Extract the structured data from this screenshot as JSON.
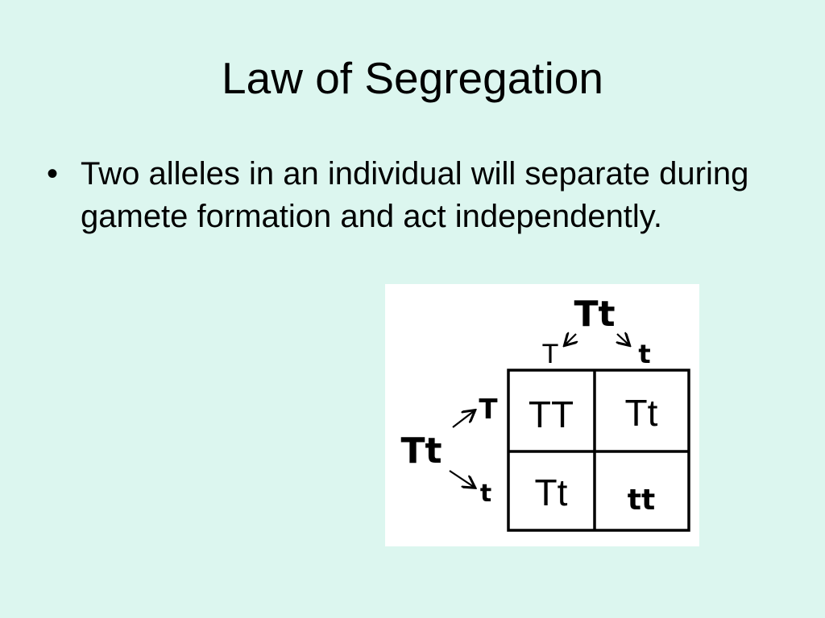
{
  "slide": {
    "title": "Law of Segregation",
    "bullets": [
      {
        "marker": "•",
        "text": "Two alleles in an individual will separate during gamete formation and act independently."
      }
    ]
  },
  "punnett": {
    "top_parent": "Tt",
    "top_gametes": [
      "T",
      "t"
    ],
    "left_parent": "Tt",
    "left_gametes": [
      "T",
      "t"
    ],
    "cells": [
      [
        "TT",
        "Tt"
      ],
      [
        "Tt",
        "tt"
      ]
    ]
  }
}
